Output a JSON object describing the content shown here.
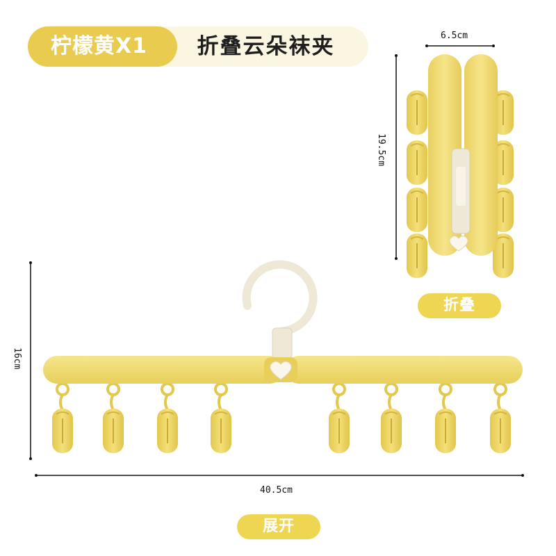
{
  "title": {
    "color_tag": "柠檬黄X1",
    "product_name": "折叠云朵袜夹"
  },
  "folded": {
    "width_label": "6.5cm",
    "height_label": "19.5cm",
    "caption": "折叠"
  },
  "unfolded": {
    "height_label": "16cm",
    "width_label": "40.5cm",
    "caption": "展开"
  },
  "colors": {
    "accent": "#e9cc4f",
    "tag": "#efd652",
    "hanger_yellow": "#f0dc73",
    "hook_cream": "#efe8d6",
    "pill_bg": "#fbf6e1"
  }
}
